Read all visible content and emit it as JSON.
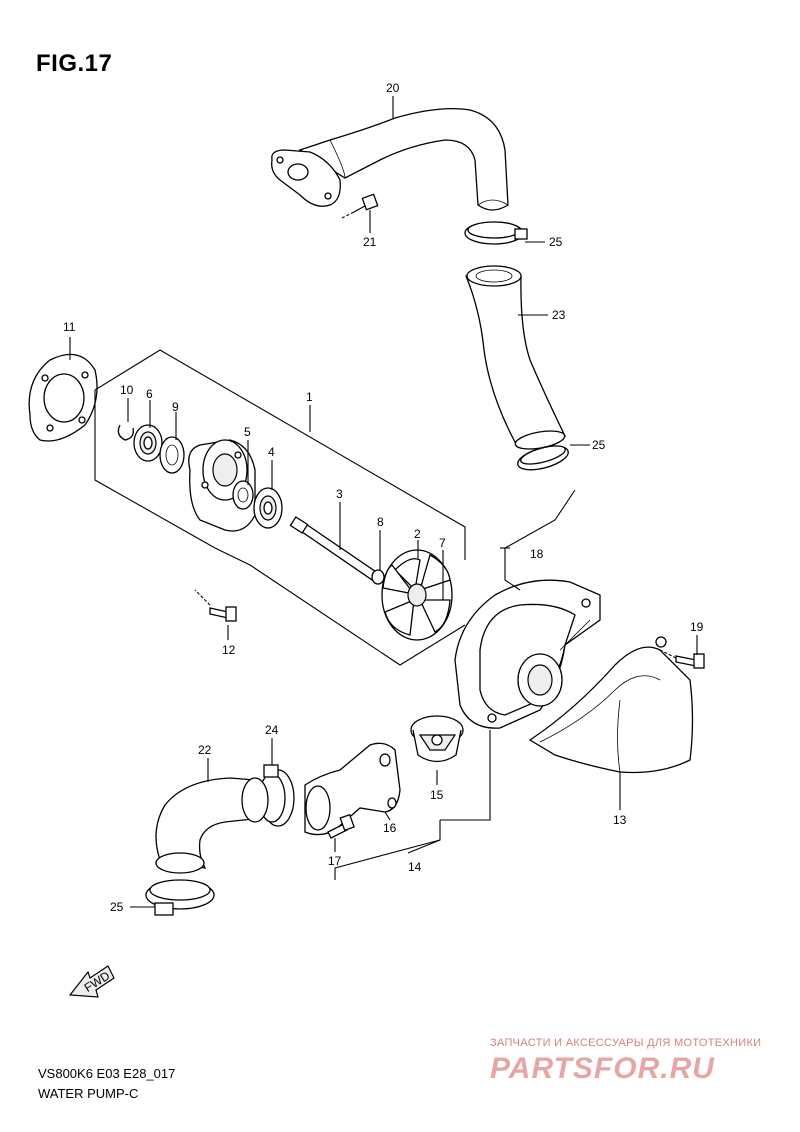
{
  "figure": {
    "title": "FIG.17"
  },
  "callouts": {
    "p1": "1",
    "p2": "2",
    "p3": "3",
    "p4": "4",
    "p5": "5",
    "p6": "6",
    "p7": "7",
    "p8": "8",
    "p9": "9",
    "p10": "10",
    "p11": "11",
    "p12": "12",
    "p13": "13",
    "p14": "14",
    "p15": "15",
    "p16": "16",
    "p17": "17",
    "p18": "18",
    "p19": "19",
    "p20": "20",
    "p21": "21",
    "p22": "22",
    "p23": "23",
    "p24": "24",
    "p25": "25"
  },
  "direction_arrow": {
    "label": "FWD"
  },
  "footer": {
    "code": "VS800K6 E03 E28_017",
    "name": "WATER PUMP-C"
  },
  "watermark": {
    "tagline": "ЗАПЧАСТИ И АКСЕССУАРЫ ДЛЯ МОТОТЕХНИКИ",
    "brand": "PARTSFOR.RU"
  }
}
